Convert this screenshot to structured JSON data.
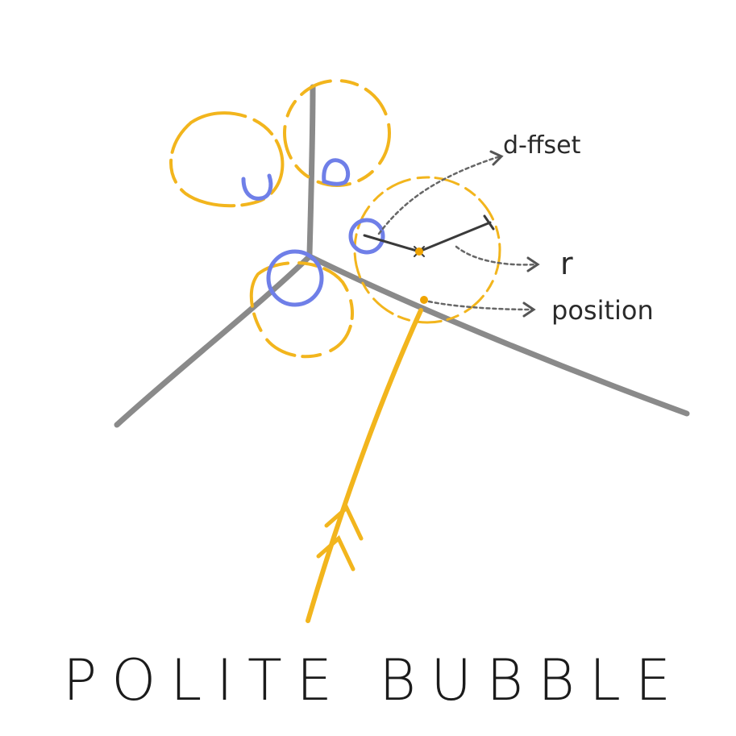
{
  "labels": {
    "offset": "d-ffset",
    "radius": "r",
    "position": "position"
  },
  "title": "POLITE BUBBLE",
  "colors": {
    "axis": "#8a8a8a",
    "bubble": "#f2b51d",
    "contact": "#6f7fe8",
    "ink": "#3a3a3a",
    "point": "#f0a400"
  }
}
